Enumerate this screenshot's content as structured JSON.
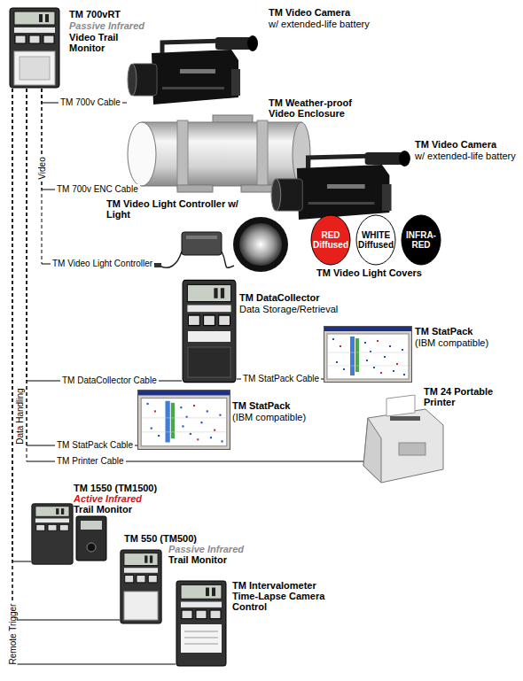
{
  "diagram": {
    "nodes": [
      {
        "text": [
          "TM 700vRT",
          "Passive Infrared",
          "Video Trail Monitor"
        ]
      },
      {
        "text": [
          "TM Video Camera",
          "w/ extended-life battery"
        ]
      },
      {
        "text": [
          "TM Weather-proof Video Enclosure"
        ]
      },
      {
        "text": [
          "TM Video Camera",
          "w/ extended-life battery"
        ]
      },
      {
        "text": [
          "TM Video Light Controller w/ Light"
        ]
      },
      {
        "text": [
          "RED Diffused"
        ]
      },
      {
        "text": [
          "WHITE Diffused"
        ]
      },
      {
        "text": [
          "INFRA-RED"
        ]
      },
      {
        "text": [
          "TM DataCollector",
          "Data Storage/Retrieval"
        ]
      },
      {
        "text": [
          "TM StatPack",
          "(IBM compatible)"
        ]
      },
      {
        "text": [
          "TM StatPack",
          "(IBM compatible)"
        ]
      },
      {
        "text": [
          "TM 24 Portable Printer"
        ]
      },
      {
        "text": [
          "TM 1550 (TM1500)",
          "Active Infrared",
          "Trail Monitor"
        ]
      },
      {
        "text": [
          "TM 550 (TM500)",
          "Passive Infrared",
          "Trail Monitor"
        ]
      },
      {
        "text": [
          "TM Intervalometer Time-Lapse Camera Control"
        ]
      }
    ],
    "edges": [
      {
        "from": 0,
        "to": 1,
        "label": "TM 700v Cable",
        "arrow": "none"
      },
      {
        "from": 0,
        "to": 2,
        "label": "TM 700v ENC Cable",
        "arrow": "none"
      },
      {
        "from": 0,
        "to": 4,
        "label": "TM Video Light Controller",
        "arrow": "none"
      },
      {
        "from": 0,
        "to": 8,
        "label": "TM DataCollector Cable",
        "arrow": "none"
      },
      {
        "from": 8,
        "to": 9,
        "label": "TM StatPack Cable",
        "arrow": "none"
      },
      {
        "from": 0,
        "to": 10,
        "label": "TM StatPack Cable",
        "arrow": "none"
      },
      {
        "from": 0,
        "to": 11,
        "label": "TM Printer Cable",
        "arrow": "none"
      },
      {
        "from": 0,
        "to": 12,
        "arrow": "none"
      },
      {
        "from": 0,
        "to": 13,
        "arrow": "none"
      },
      {
        "from": 0,
        "to": 14,
        "arrow": "none"
      }
    ],
    "labels": [
      "Video",
      "TM Video Light Covers",
      "Data Handling",
      "Remote Trigger"
    ]
  }
}
